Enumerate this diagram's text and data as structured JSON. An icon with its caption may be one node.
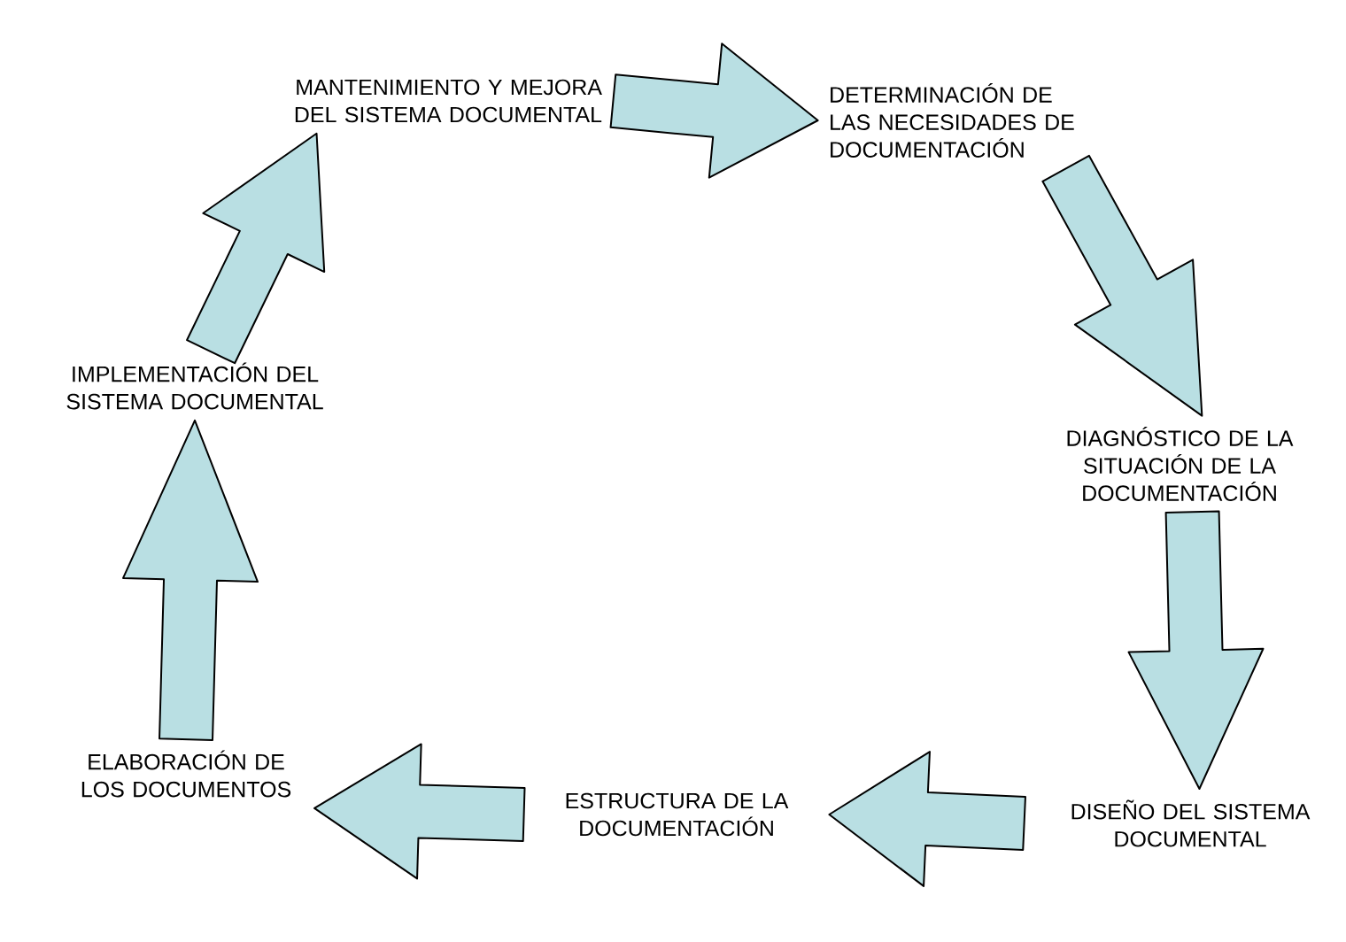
{
  "diagram": {
    "nodes": [
      {
        "text": [
          "DETERMINACIÓN DE LAS NECESIDADES DE DOCUMENTACIÓN"
        ]
      },
      {
        "text": [
          "DIAGNÓSTICO DE LA SITUACIÓN DE LA DOCUMENTACIÓN"
        ]
      },
      {
        "text": [
          "DISEÑO DEL SISTEMA DOCUMENTAL"
        ]
      },
      {
        "text": [
          "ESTRUCTURA DE LA DOCUMENTACIÓN"
        ]
      },
      {
        "text": [
          "ELABORACIÓN DE LOS DOCUMENTOS"
        ]
      },
      {
        "text": [
          "IMPLEMENTACIÓN DEL SISTEMA DOCUMENTAL"
        ]
      },
      {
        "text": [
          "MANTENIMIENTO Y MEJORA DEL SISTEMA DOCUMENTAL"
        ]
      }
    ],
    "edges": [
      {
        "from": 6,
        "to": 0,
        "arrow": "to"
      },
      {
        "from": 0,
        "to": 1,
        "arrow": "to"
      },
      {
        "from": 1,
        "to": 2,
        "arrow": "to"
      },
      {
        "from": 2,
        "to": 3,
        "arrow": "to"
      },
      {
        "from": 3,
        "to": 4,
        "arrow": "to"
      },
      {
        "from": 4,
        "to": 5,
        "arrow": "to"
      },
      {
        "from": 5,
        "to": 6,
        "arrow": "to"
      }
    ]
  }
}
